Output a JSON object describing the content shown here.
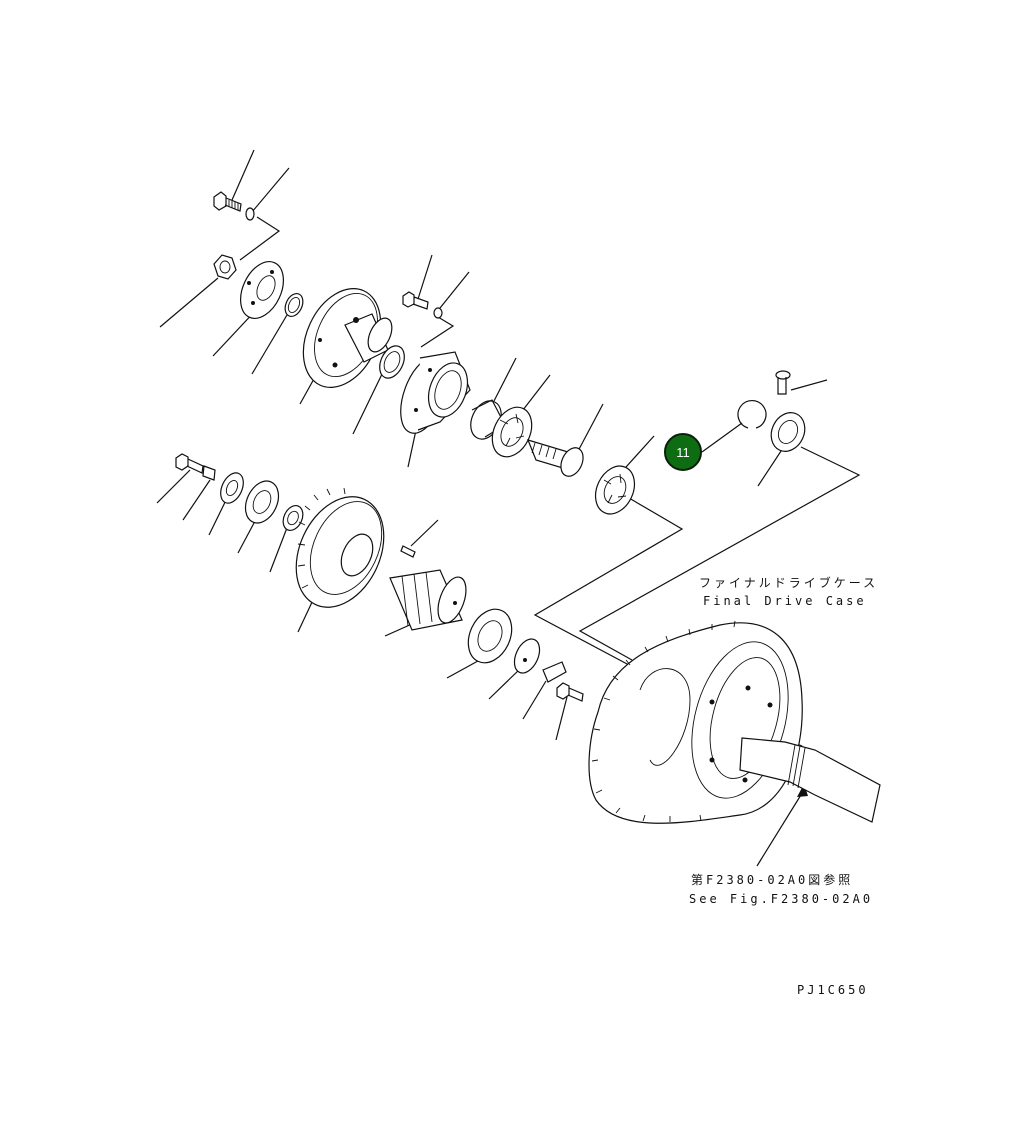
{
  "colors": {
    "callout_fill": "#0e6d12",
    "line": "#111111",
    "background": "#ffffff"
  },
  "callout": {
    "number": "11"
  },
  "labels": {
    "final_drive_case_jp": "ファイナルドライブケース",
    "final_drive_case_en": "Final Drive Case",
    "see_fig_jp": "第F2380-02A0図参照",
    "see_fig_en": "See Fig.F2380-02A0",
    "drawing_code": "PJ1C650"
  }
}
